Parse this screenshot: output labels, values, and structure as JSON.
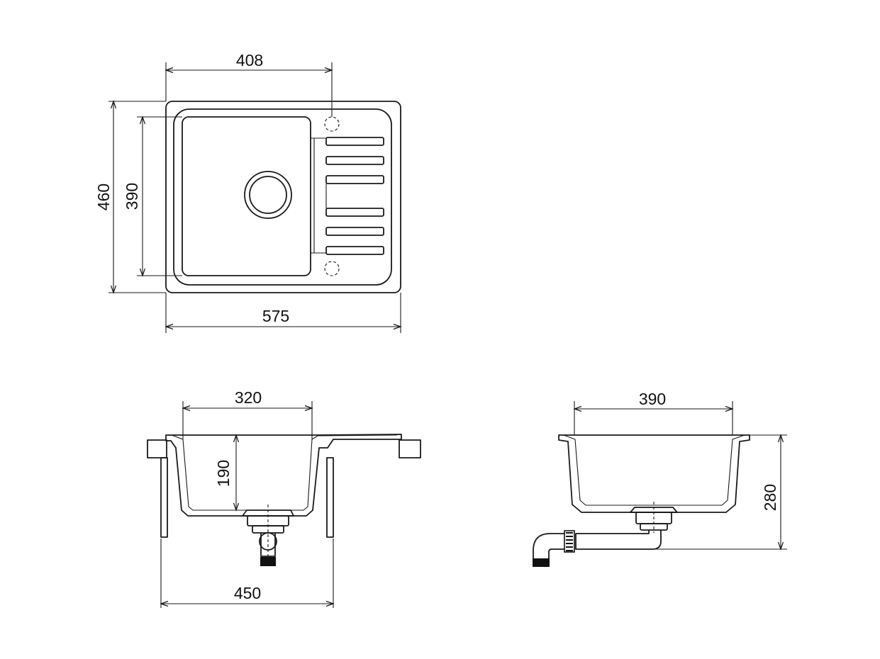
{
  "dimensions": {
    "top_drain_offset": "408",
    "top_outer_depth": "460",
    "top_bowl_depth": "390",
    "top_outer_width": "575",
    "front_bowl_width": "320",
    "front_bowl_depth": "190",
    "front_cabinet_width": "450",
    "side_bowl_length": "390",
    "side_total_depth": "280"
  },
  "colors": {
    "line": "#1a1a1a",
    "background": "#ffffff",
    "thread": "#111111"
  }
}
